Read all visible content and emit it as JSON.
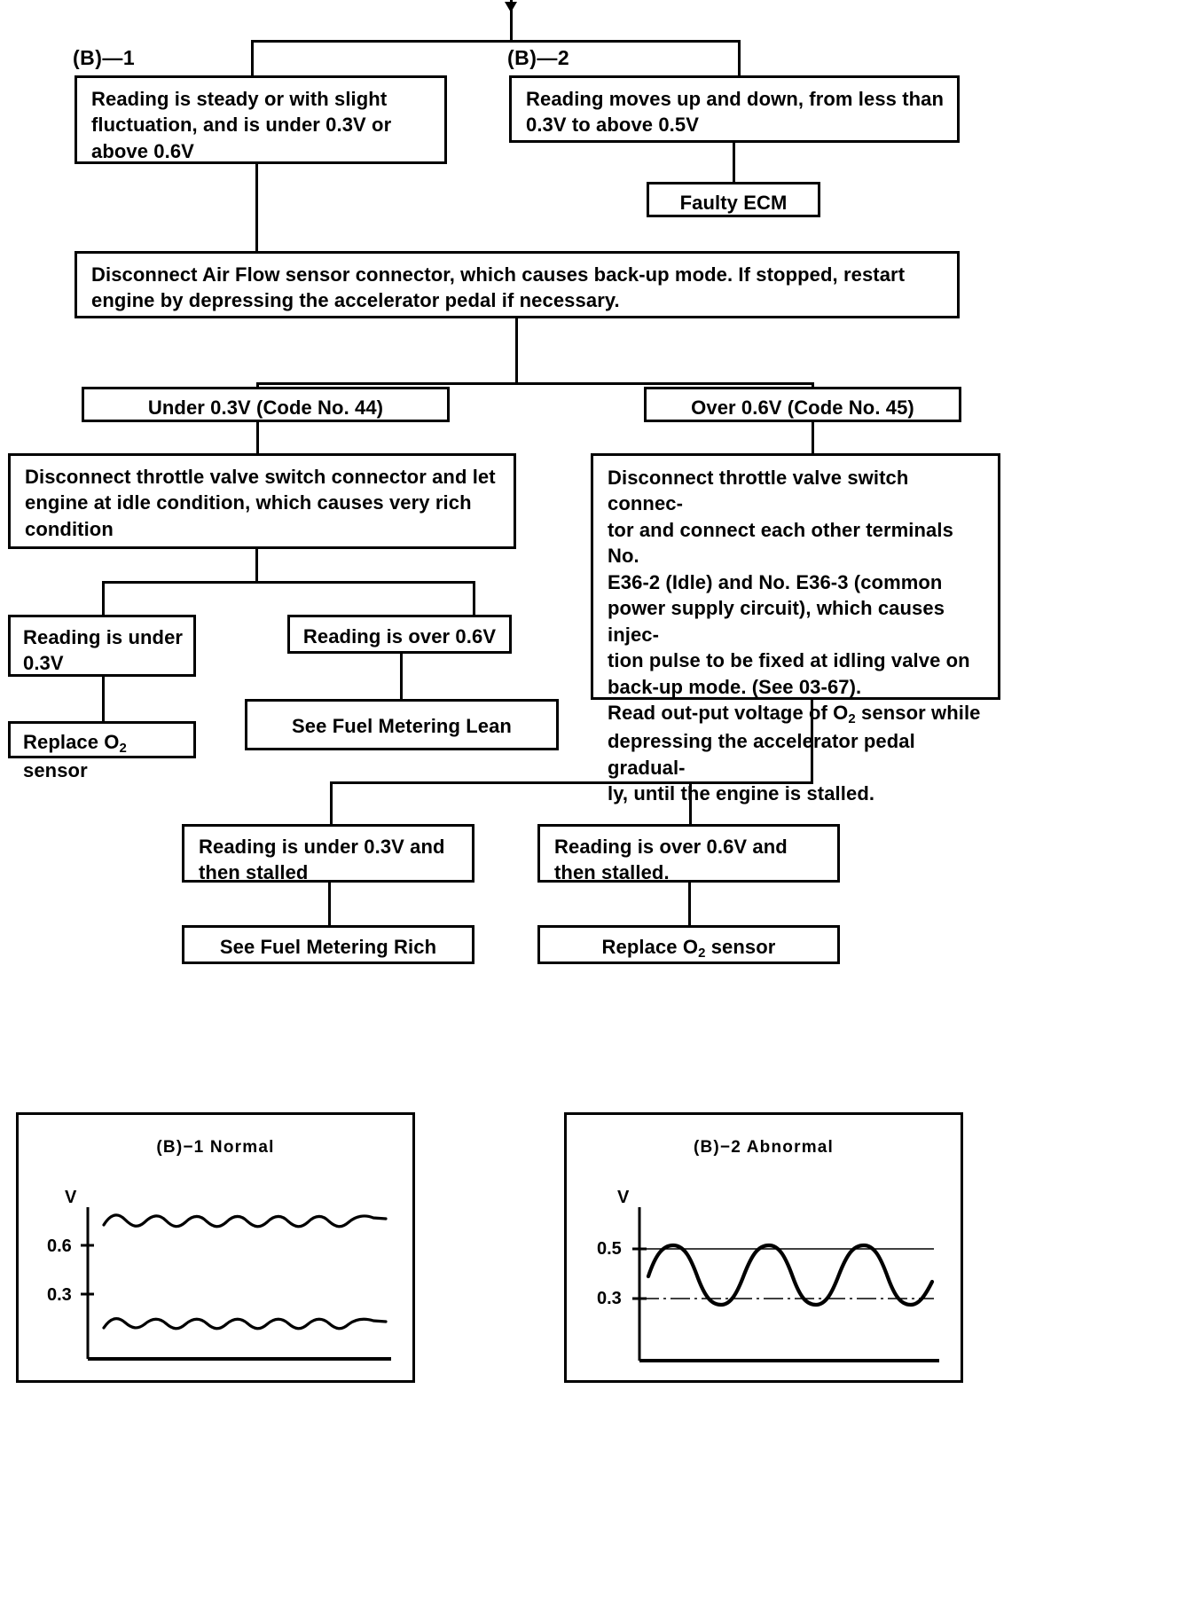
{
  "flowchart": {
    "branch_labels": {
      "b1": "(B)—1",
      "b2": "(B)—2"
    },
    "nodes": {
      "b1_box": "Reading is steady or with slight fluctuation, and is under 0.3V or above 0.6V",
      "b2_box": "Reading moves up and down, from less than 0.3V to above 0.5V",
      "faulty_ecm": "Faulty ECM",
      "disconnect_air_flow": "Disconnect Air Flow sensor connector, which causes back-up mode.  If stopped, restart engine by depressing the accelerator pedal if necessary.",
      "code_44": "Under 0.3V (Code No. 44)",
      "code_45": "Over 0.6V (Code No. 45)",
      "throttle_left": "Disconnect throttle valve switch connector and let engine at idle condition, which causes very rich condition",
      "throttle_right_l1": "Disconnect throttle valve switch connec-",
      "throttle_right_l2": "tor and connect each other terminals No.",
      "throttle_right_l3": "E36-2  (Idle)  and  No.  E36-3  (common",
      "throttle_right_l4": "power supply circuit), which causes injec-",
      "throttle_right_l5": "tion pulse to be fixed at idling valve on",
      "throttle_right_l6": "back-up mode. (See 03-67).",
      "throttle_right_l7_a": "Read out-put voltage of O",
      "throttle_right_l7_sub": "2",
      "throttle_right_l7_b": " sensor while",
      "throttle_right_l8": "depressing the accelerator pedal gradual-",
      "throttle_right_l9": "ly, until the engine is stalled.",
      "reading_under_03": "Reading  is  under 0.3V",
      "reading_over_06": "Reading is over 0.6V",
      "replace_o2_a": "Replace O",
      "replace_o2_sub": "2",
      "replace_o2_b": " sensor",
      "see_fuel_lean": "See Fuel Metering Lean",
      "reading_under_03_stalled": "Reading  is  under  0.3V  and then stalled",
      "reading_over_06_stalled": "Reading  is  over  0.6V  and then stalled.",
      "see_fuel_rich": "See   Fuel   Metering   Rich",
      "replace_o2_2_a": "Replace O",
      "replace_o2_2_sub": "2",
      "replace_o2_2_b": " sensor"
    }
  },
  "charts": [
    {
      "id": "b1-normal",
      "title": "(B)−1  Normal",
      "axis_unit": "V",
      "tick_labels": [
        "0.6",
        "0.3"
      ]
    },
    {
      "id": "b2-abnormal",
      "title": "(B)−2  Abnormal",
      "axis_unit": "V",
      "tick_labels": [
        "0.5",
        "0.3"
      ]
    }
  ],
  "chart_data": [
    {
      "type": "line",
      "title": "(B)−1  Normal",
      "xlabel": "",
      "ylabel": "V",
      "ylim": [
        0,
        0.9
      ],
      "yticks": [
        0.3,
        0.6
      ],
      "ytick_labels": [
        "0.3",
        "0.6"
      ],
      "grid": false,
      "legend": "none",
      "annotation": "Two steady traces with slight ripple: an upper trace above 0.6V and a lower trace below 0.3V",
      "series": [
        {
          "name": "upper steady trace (above 0.6V)",
          "mean": 0.72,
          "amplitude": 0.04,
          "cycles": 7,
          "values": [
            0.72,
            0.76,
            0.72,
            0.68,
            0.72,
            0.76,
            0.72,
            0.68,
            0.72,
            0.76,
            0.72,
            0.68,
            0.72,
            0.76,
            0.72,
            0.68,
            0.72,
            0.76,
            0.72,
            0.68,
            0.72,
            0.76,
            0.72,
            0.68,
            0.72,
            0.76,
            0.72,
            0.68,
            0.72
          ]
        },
        {
          "name": "lower steady trace (under 0.3V)",
          "mean": 0.18,
          "amplitude": 0.035,
          "cycles": 7,
          "values": [
            0.18,
            0.215,
            0.18,
            0.145,
            0.18,
            0.215,
            0.18,
            0.145,
            0.18,
            0.215,
            0.18,
            0.145,
            0.18,
            0.215,
            0.18,
            0.145,
            0.18,
            0.215,
            0.18,
            0.145,
            0.18,
            0.215,
            0.18,
            0.145,
            0.18
          ]
        }
      ]
    },
    {
      "type": "line",
      "title": "(B)−2  Abnormal",
      "xlabel": "",
      "ylabel": "V",
      "ylim": [
        0,
        0.9
      ],
      "yticks": [
        0.3,
        0.5
      ],
      "ytick_labels": [
        "0.3",
        "0.5"
      ],
      "grid": false,
      "legend": "none",
      "annotation": "Single large-amplitude oscillation swinging between below 0.3V and above 0.5V, about 3 cycles",
      "series": [
        {
          "name": "oscillating trace",
          "min": 0.27,
          "max": 0.53,
          "cycles": 3,
          "values": [
            0.4,
            0.52,
            0.53,
            0.45,
            0.3,
            0.27,
            0.33,
            0.47,
            0.53,
            0.52,
            0.42,
            0.3,
            0.27,
            0.32,
            0.46,
            0.53,
            0.52,
            0.43,
            0.3,
            0.27,
            0.33,
            0.48,
            0.53,
            0.5
          ]
        }
      ],
      "reference_lines": [
        {
          "value": 0.5,
          "style": "solid"
        },
        {
          "value": 0.3,
          "style": "dash-dot"
        }
      ]
    }
  ]
}
